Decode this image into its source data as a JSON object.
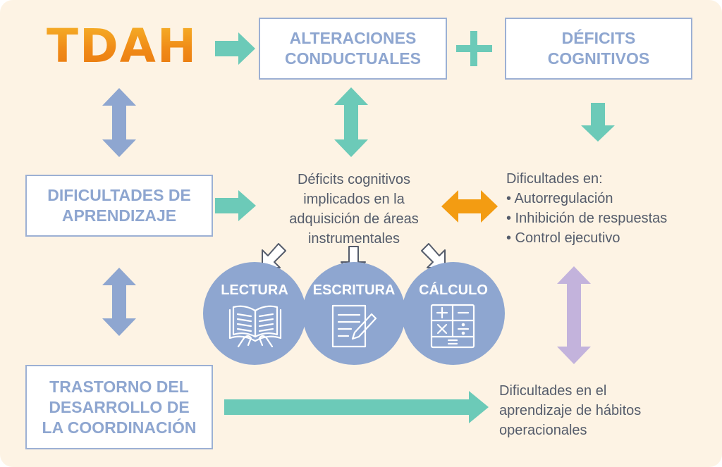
{
  "diagram": {
    "title": "TDAH",
    "boxes": {
      "alteraciones": "ALTERACIONES\nCONDUCTUALES",
      "deficits": "DÉFICITS\nCOGNITIVOS",
      "dificultades_aprendizaje": "DIFICULTADES DE\nAPRENDIZAJE",
      "trastorno": "TRASTORNO DEL\nDESARROLLO DE\nLA COORDINACIÓN"
    },
    "center_text": [
      "Déficits cognitivos",
      "implicados en la",
      "adquisición de áreas",
      "instrumentales"
    ],
    "difficulties": {
      "heading": "Dificultades en:",
      "items": [
        "• Autorregulación",
        "• Inhibición de respuestas",
        "• Control ejecutivo"
      ]
    },
    "habits_text": [
      "Dificultades en el",
      "aprendizaje de hábitos",
      "operacionales"
    ],
    "areas": [
      "LECTURA",
      "ESCRITURA",
      "CÁLCULO"
    ],
    "icons": [
      "open-book-icon",
      "writing-sheet-icon",
      "calculator-icon"
    ],
    "colors": {
      "teal": "#6ccab8",
      "blue": "#8ea6d0",
      "orange": "#f39c12",
      "lilac": "#c3b3dc",
      "title_orange": "#f08a17",
      "background": "#fdf3e4"
    }
  }
}
